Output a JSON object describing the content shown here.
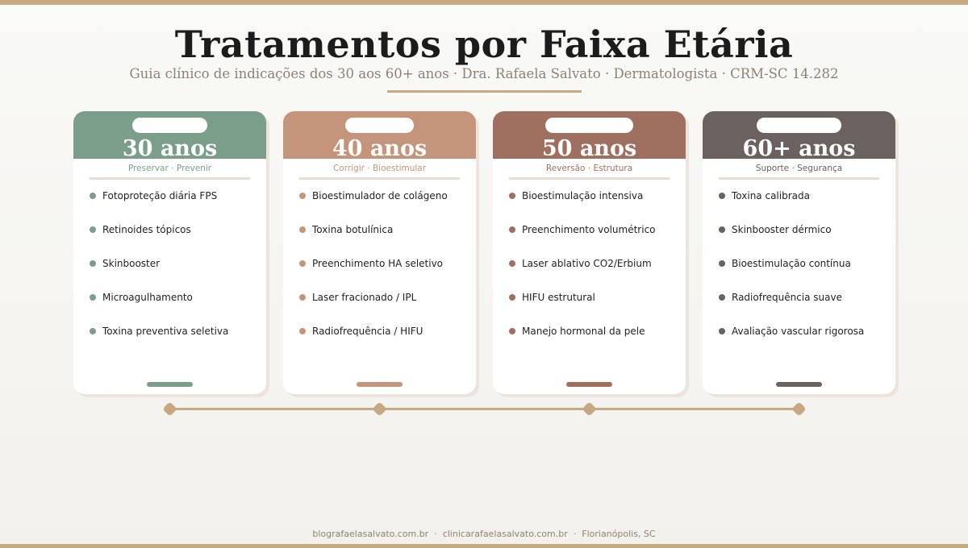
{
  "header": {
    "title": "Tratamentos por Faixa Etária",
    "subtitle": "Guia clínico de indicações dos 30 aos 60+ anos · Dra. Rafaela Salvato · Dermatologista · CRM-SC 14.282"
  },
  "colors": {
    "accent": "#c8a880",
    "card_30": "#7b9e8a",
    "card_40": "#c4957a",
    "card_50": "#9f7060",
    "card_60": "#6b615f"
  },
  "cards": [
    {
      "age": "30 anos",
      "tagline": "Preservar · Prevenir",
      "color": "#7b9e8a",
      "items": [
        "Fotoproteção diária FPS",
        "Retinoides tópicos",
        "Skinbooster",
        "Microagulhamento",
        "Toxina preventiva seletiva"
      ]
    },
    {
      "age": "40 anos",
      "tagline": "Corrigir · Bioestimular",
      "color": "#c4957a",
      "items": [
        "Bioestimulador de colágeno",
        "Toxina botulínica",
        "Preenchimento HA seletivo",
        "Laser fracionado / IPL",
        "Radiofrequência / HIFU"
      ]
    },
    {
      "age": "50 anos",
      "tagline": "Reversão · Estrutura",
      "color": "#9f7060",
      "items": [
        "Bioestimulação intensiva",
        "Preenchimento volumétrico",
        "Laser ablativo CO2/Erbium",
        "HIFU estrutural",
        "Manejo hormonal da pele"
      ]
    },
    {
      "age": "60+ anos",
      "tagline": "Suporte · Segurança",
      "color": "#6b615f",
      "items": [
        "Toxina calibrada",
        "Skinbooster dérmico",
        "Bioestimulação contínua",
        "Radiofrequência suave",
        "Avaliação vascular rigorosa"
      ]
    }
  ],
  "footer": {
    "blog": "blografaelasalvato.com.br",
    "clinic": "clinicarafaelasalvato.com.br",
    "location": "Florianópolis, SC",
    "separator": "·"
  }
}
